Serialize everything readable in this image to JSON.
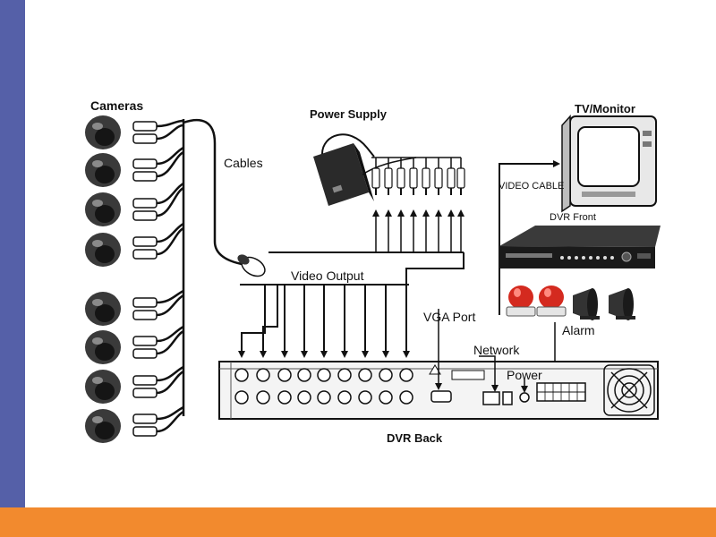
{
  "colors": {
    "left_bar": "#5560a8",
    "bottom_bar": "#f28a2e",
    "line": "#111111",
    "alarm_red": "#d42a1f"
  },
  "labels": {
    "cameras": "Cameras",
    "cables": "Cables",
    "power_supply": "Power Supply",
    "tv_monitor": "TV/Monitor",
    "video_cable": "VIDEO CABLE",
    "dvr_front": "DVR Front",
    "video_output": "Video Output",
    "vga_port": "VGA Port",
    "network": "Network",
    "power": "Power",
    "alarm": "Alarm",
    "dvr_back": "DVR Back"
  },
  "icons": [
    "dome-camera-icon",
    "bnc-connector-icon",
    "power-adapter-icon",
    "crt-monitor-icon",
    "dvr-unit-icon",
    "alarm-light-icon",
    "siren-speaker-icon",
    "fan-grille-icon"
  ]
}
